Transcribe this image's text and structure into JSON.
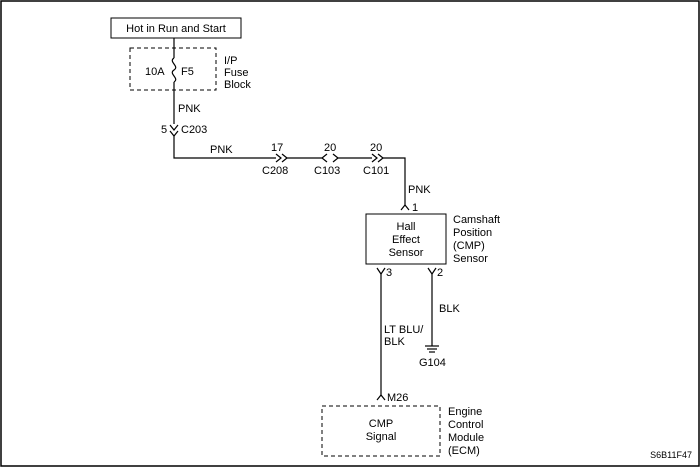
{
  "power": {
    "label": "Hot in Run and Start"
  },
  "fuse_block": {
    "rating": "10A",
    "fuse_id": "F5",
    "label_lines": [
      "I/P",
      "Fuse",
      "Block"
    ]
  },
  "wires": {
    "w1": "PNK",
    "w2": "PNK",
    "w3": "PNK",
    "w4_lines": [
      "LT BLU/",
      "BLK"
    ],
    "w5": "BLK"
  },
  "connectors": {
    "c203": {
      "pin": "5",
      "id": "C203"
    },
    "c208": {
      "pin": "17",
      "id": "C208"
    },
    "c103": {
      "pin": "20",
      "id": "C103"
    },
    "c101": {
      "pin": "20",
      "id": "C101"
    },
    "sensor_pin1": "1",
    "sensor_pin3": "3",
    "sensor_pin2": "2",
    "m26": "M26"
  },
  "sensor": {
    "box_lines": [
      "Hall",
      "Effect",
      "Sensor"
    ],
    "name_lines": [
      "Camshaft",
      "Position",
      "(CMP)",
      "Sensor"
    ]
  },
  "ground": {
    "id": "G104"
  },
  "ecm": {
    "box_lines": [
      "CMP",
      "Signal"
    ],
    "name_lines": [
      "Engine",
      "Control",
      "Module",
      "(ECM)"
    ]
  },
  "figure_id": "S6B11F47"
}
